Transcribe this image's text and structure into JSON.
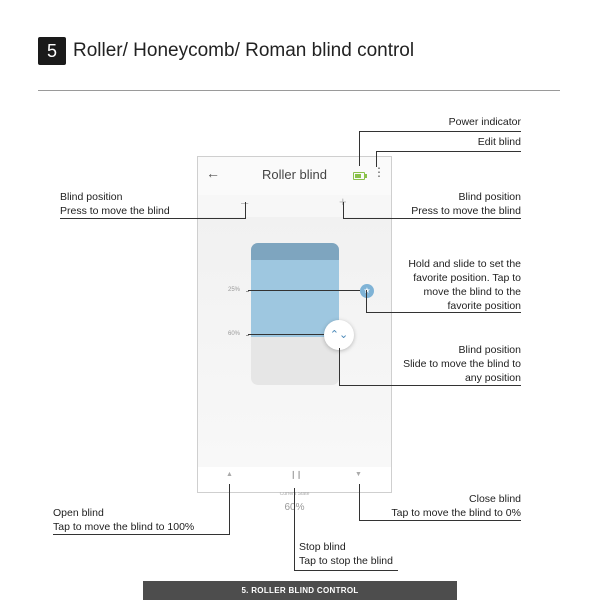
{
  "header": {
    "section_number": "5",
    "title": "Roller/ Honeycomb/ Roman blind control"
  },
  "phone": {
    "back_icon": "arrow-left-icon",
    "title": "Roller blind",
    "battery_color": "#8ac14a",
    "more_icon": "more-vertical-icon",
    "minus_label": "–",
    "plus_label": "+",
    "favorite_marker_label": "25%",
    "position_marker_label": "60%",
    "favorite_knob_glyph": "★",
    "position_knob_glyph": "⌃⌄",
    "state_label": "Current State",
    "state_value": "60%",
    "open_glyph": "▲",
    "pause_glyph": "❙❙",
    "close_glyph": "▼"
  },
  "callouts": {
    "power_indicator": "Power indicator",
    "edit_blind": "Edit blind",
    "blind_position_left": [
      "Blind position",
      "Press to move the blind"
    ],
    "blind_position_right": [
      "Blind position",
      "Press to move the blind"
    ],
    "favorite": [
      "Hold and slide to set the",
      "favorite position. Tap to",
      "move the blind to the",
      "favorite position"
    ],
    "slide_position": [
      "Blind position",
      "Slide to move the blind to",
      "any position"
    ],
    "open_blind": [
      "Open blind",
      "Tap to move the blind to 100%"
    ],
    "stop_blind": [
      "Stop blind",
      "Tap to stop the blind"
    ],
    "close_blind": [
      "Close blind",
      "Tap to move the blind to 0%"
    ]
  },
  "footer": {
    "label": "5. ROLLER BLIND CONTROL"
  }
}
